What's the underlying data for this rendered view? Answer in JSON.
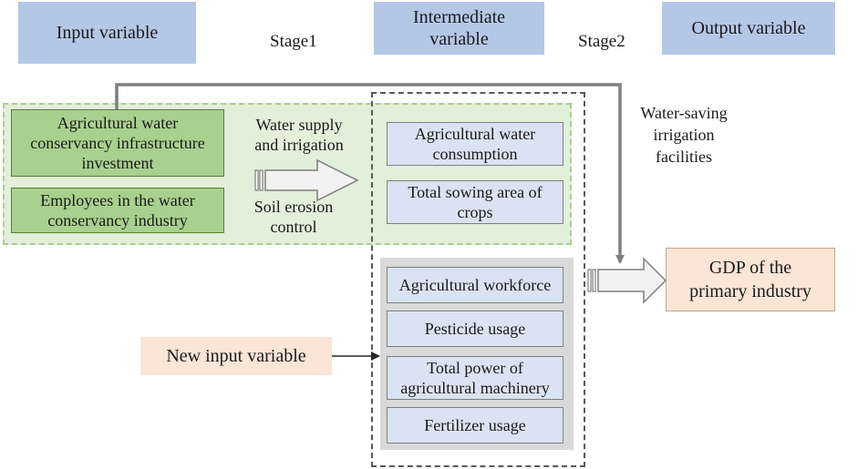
{
  "headers": {
    "input": "Input variable",
    "intermediate": "Intermediate\nvariable",
    "output": "Output variable"
  },
  "stages": {
    "stage1": "Stage1",
    "stage2": "Stage2"
  },
  "inputs": [
    "Agricultural water conservancy infrastructure investment",
    "Employees in the water conservancy industry"
  ],
  "stage1_labels": {
    "top": "Water supply and irrigation",
    "bottom": "Soil erosion control"
  },
  "intermediates_green": [
    "Agricultural water consumption",
    "Total sowing area of crops"
  ],
  "intermediates_gray": [
    "Agricultural workforce",
    "Pesticide usage",
    "Total power of agricultural machinery",
    "Fertilizer usage"
  ],
  "new_input": "New input variable",
  "water_saving_label": "Water-saving\nirrigation\nfacilities",
  "output_box": "GDP of the primary industry",
  "colors": {
    "header_blue": "#b4c7e7",
    "green_box": "#a9d08e",
    "green_region": "#e2efd9",
    "blue_box": "#dae3f3",
    "peach": "#fbe5d6",
    "gray_region": "#d9d9d9",
    "connector": "#7f7f7f"
  }
}
